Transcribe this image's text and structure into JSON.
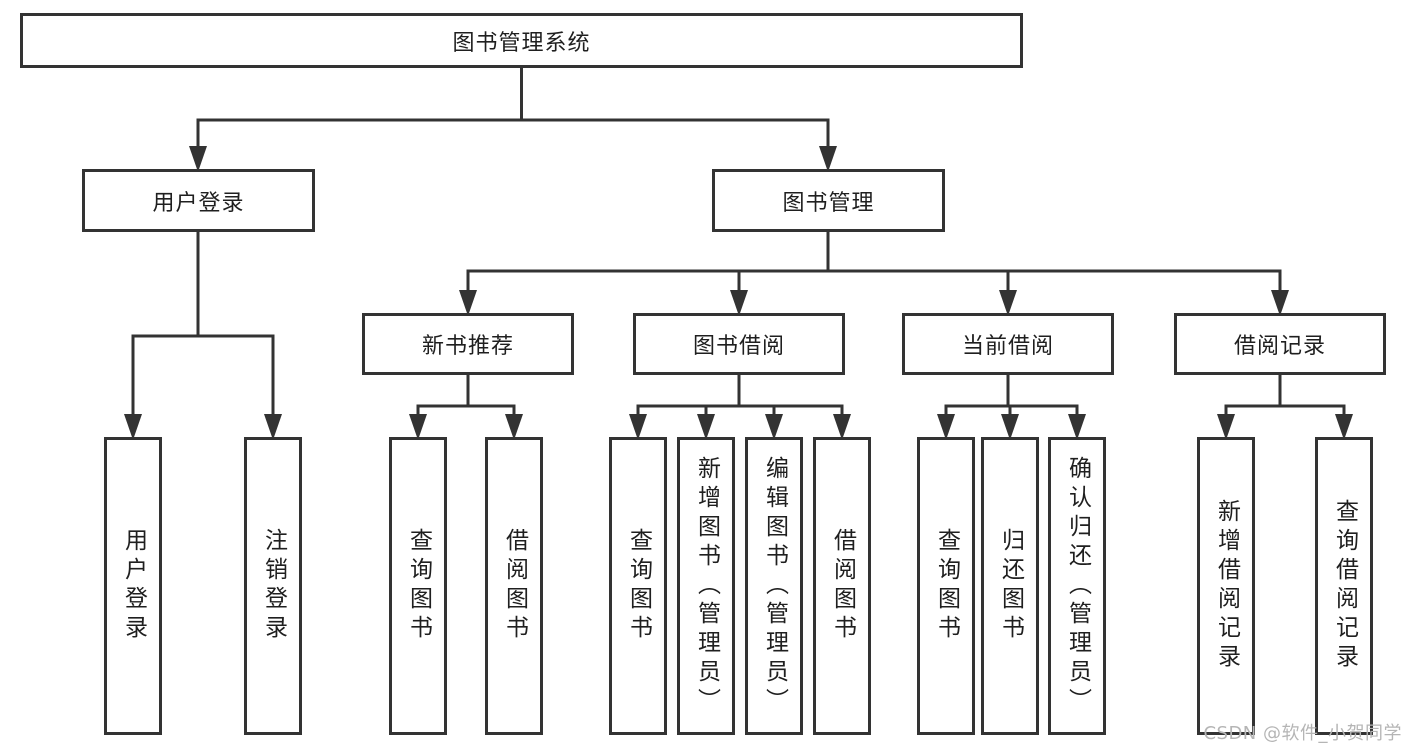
{
  "diagram": {
    "root": {
      "label": "图书管理系统"
    },
    "branches": {
      "user_login": {
        "label": "用户登录",
        "children": [
          {
            "label": "用户登录"
          },
          {
            "label": "注销登录"
          }
        ]
      },
      "book_management": {
        "label": "图书管理",
        "children": [
          {
            "label": "新书推荐",
            "children": [
              {
                "label": "查询图书"
              },
              {
                "label": "借阅图书"
              }
            ]
          },
          {
            "label": "图书借阅",
            "children": [
              {
                "label": "查询图书"
              },
              {
                "label": "新增图书（管理员）"
              },
              {
                "label": "编辑图书（管理员）"
              },
              {
                "label": "借阅图书"
              }
            ]
          },
          {
            "label": "当前借阅",
            "children": [
              {
                "label": "查询图书"
              },
              {
                "label": "归还图书"
              },
              {
                "label": "确认归还（管理员）"
              }
            ]
          },
          {
            "label": "借阅记录",
            "children": [
              {
                "label": "新增借阅记录"
              },
              {
                "label": "查询借阅记录"
              }
            ]
          }
        ]
      }
    },
    "watermark": "CSDN @软件_小贺同学",
    "colors": {
      "line": "#333333",
      "box_border": "#333333",
      "box_fill": "#ffffff",
      "text": "#1f1f1f",
      "watermark": "#b5b5b5",
      "background": "#ffffff"
    }
  }
}
